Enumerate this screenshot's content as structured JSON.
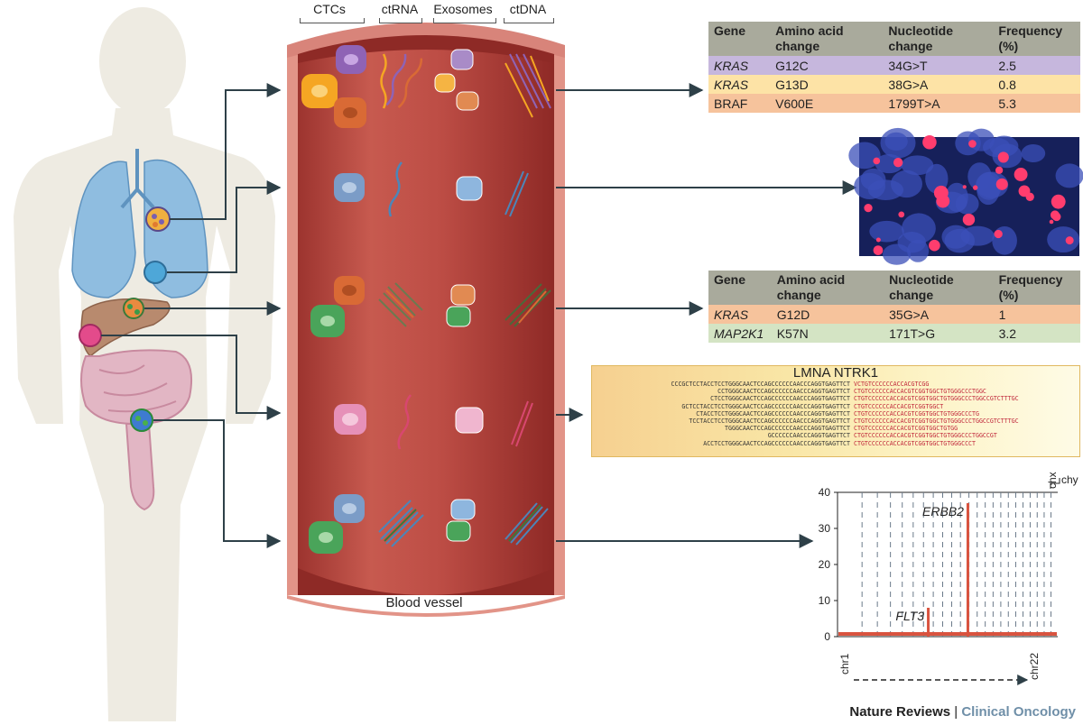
{
  "headers": {
    "ctcs": "CTCs",
    "ctrna": "ctRNA",
    "exosomes": "Exosomes",
    "ctdna": "ctDNA"
  },
  "vessel_label": "Blood vessel",
  "table1": {
    "columns": [
      "Gene",
      "Amino acid change",
      "Nucleotide change",
      "Frequency (%)"
    ],
    "rows": [
      {
        "gene": "KRAS",
        "aa": "G12C",
        "nt": "34G>T",
        "freq": "2.5",
        "color": "#c6b7dd",
        "italic": true
      },
      {
        "gene": "KRAS",
        "aa": "G13D",
        "nt": "38G>A",
        "freq": "0.8",
        "color": "#fde3a6",
        "italic": true
      },
      {
        "gene": "BRAF",
        "aa": "V600E",
        "nt": "1799T>A",
        "freq": "5.3",
        "color": "#f6c39c",
        "italic": false
      }
    ]
  },
  "table2": {
    "columns": [
      "Gene",
      "Amino acid change",
      "Nucleotide change",
      "Frequency (%)"
    ],
    "rows": [
      {
        "gene": "KRAS",
        "aa": "G12D",
        "nt": "35G>A",
        "freq": "1",
        "color": "#f6c39c",
        "italic": true
      },
      {
        "gene": "MAP2K1",
        "aa": "K57N",
        "nt": "171T>G",
        "freq": "3.2",
        "color": "#d4e4c4",
        "italic": true
      }
    ]
  },
  "fusion": {
    "title": "LMNA NTRK1",
    "left": [
      "CCCGCTCCTACCTCCTGGGCAACTCCAGCCCCCCAACCCAGGTGAGTTCT",
      "CCTGGGCAACTCCAGCCCCCCAACCCAGGTGAGTTCT",
      "CTCCTGGGCAACTCCAGCCCCCCAACCCAGGTGAGTTCT",
      "GCTCCTACCTCCTGGGCAACTCCAGCCCCCCAACCCAGGTGAGTTCT",
      "CTACCTCCTGGGCAACTCCAGCCCCCCAACCCAGGTGAGTTCT",
      "TCCTACCTCCTGGGCAACTCCAGCCCCCCAACCCAGGTGAGTTCT",
      "TGGGCAACTCCAGCCCCCCAACCCAGGTGAGTTCT",
      "GCCCCCCAACCCAGGTGAGTTCT",
      "ACCTCCTGGGCAACTCCAGCCCCCCAACCCAGGTGAGTTCT"
    ],
    "right": [
      "VCTGTCCCCCCACCACGTCGG",
      "CTGTCCCCCCACCACGTCGGTGGCTGTGGGCCCTGGC",
      "CTGTCCCCCCACCACGTCGGTGGCTGTGGGCCCTGGCCGTCTTTGC",
      "CTGTCCCCCCACCACGTCGGTGGCT",
      "CTGTCCCCCCACCACGTCGGTGGCTGTGGGCCCTG",
      "CTGTCCCCCCACCACGTCGGTGGCTGTGGGCCCTGGCCGTCTTTGC",
      "CTGTCCCCCCACCACGTCGGTGGCTGTGG",
      "CTGTCCCCCCACCACGTCGGTGGCTGTGGGCCCTGGCCGT",
      "CTGTCCCCCCACCACGTCGGTGGCTGTGGGCCCT"
    ]
  },
  "chart_data": {
    "type": "bar",
    "ylim": [
      0,
      40
    ],
    "yticks": [
      0,
      10,
      20,
      30,
      40
    ],
    "x_start_label": "chr1",
    "x_end_label": "chr22",
    "extra_labels": [
      "chx",
      "chy"
    ],
    "annotations": [
      {
        "label": "ERBB2",
        "position": 0.59,
        "value": 37
      },
      {
        "label": "FLT3",
        "position": 0.41,
        "value": 8
      }
    ],
    "baseline_value": 1
  },
  "footer": {
    "journal": "Nature Reviews",
    "separator": " | ",
    "section": "Clinical Oncology"
  },
  "colors": {
    "vessel": "#b8453f",
    "vessel_dark": "#8e2a26",
    "arrow": "#2e4048",
    "lung": "#8fbde0",
    "liver": "#b88a6e",
    "body": "#eeebe2"
  }
}
